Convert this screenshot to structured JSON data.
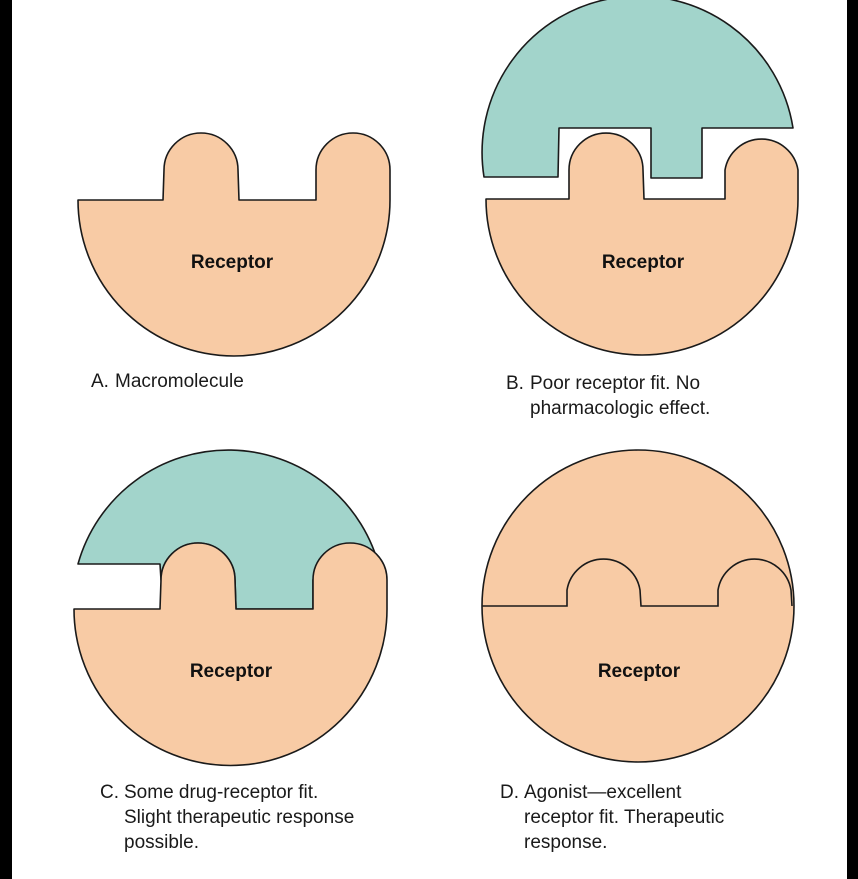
{
  "colors": {
    "receptor": "#f8cba5",
    "drug": "#a2d4cb",
    "outline": "#1a1a1a",
    "background": "#ffffff",
    "frame": "#000000"
  },
  "receptor_label": "Receptor",
  "panels": [
    {
      "id": "A",
      "letter": "A.",
      "caption_lines": [
        "Macromolecule"
      ],
      "receptor_label": "Receptor"
    },
    {
      "id": "B",
      "letter": "B.",
      "caption_lines": [
        "Poor receptor fit. No",
        "pharmacologic effect."
      ],
      "receptor_label": "Receptor"
    },
    {
      "id": "C",
      "letter": "C.",
      "caption_lines": [
        "Some drug-receptor fit.",
        "Slight therapeutic response",
        "possible."
      ],
      "receptor_label": "Receptor"
    },
    {
      "id": "D",
      "letter": "D.",
      "caption_lines": [
        "Agonist—excellent",
        "receptor fit. Therapeutic",
        "response."
      ],
      "receptor_label": "Receptor"
    }
  ]
}
